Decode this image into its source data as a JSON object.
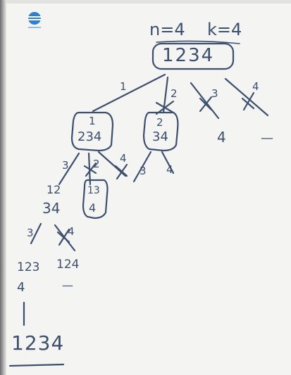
{
  "board": {
    "title": {
      "n": "n=4",
      "k": "k=4"
    },
    "root": "1234",
    "level1_edges": [
      "1",
      "2",
      "3",
      "4"
    ],
    "level1_nodes": [
      "1\n234",
      "2\n34",
      "4",
      "—"
    ],
    "node_1_234": {
      "top": "1",
      "bottom": "234"
    },
    "node_2_34": {
      "top": "2",
      "bottom": "34"
    },
    "leaf_3": "4",
    "leaf_4": "—",
    "level2_edges_left": [
      "3",
      "2",
      "4"
    ],
    "level2_edges_right": [
      "3",
      "4"
    ],
    "node_12_34": {
      "top": "12",
      "bottom": "34"
    },
    "node_13_4": {
      "top": "13",
      "bottom": "4"
    },
    "level3_edges": [
      "3",
      "4"
    ],
    "node_123_4": {
      "top": "123",
      "bottom": "4"
    },
    "node_124": {
      "top": "124",
      "bottom": "—"
    },
    "level4_edge": "|",
    "final": "1234"
  },
  "logo": {
    "icon": "board-logo-icon",
    "color": "#2f7fd0"
  },
  "colors": {
    "ink": "#3d4f6e",
    "board": "#f4f4f2"
  }
}
